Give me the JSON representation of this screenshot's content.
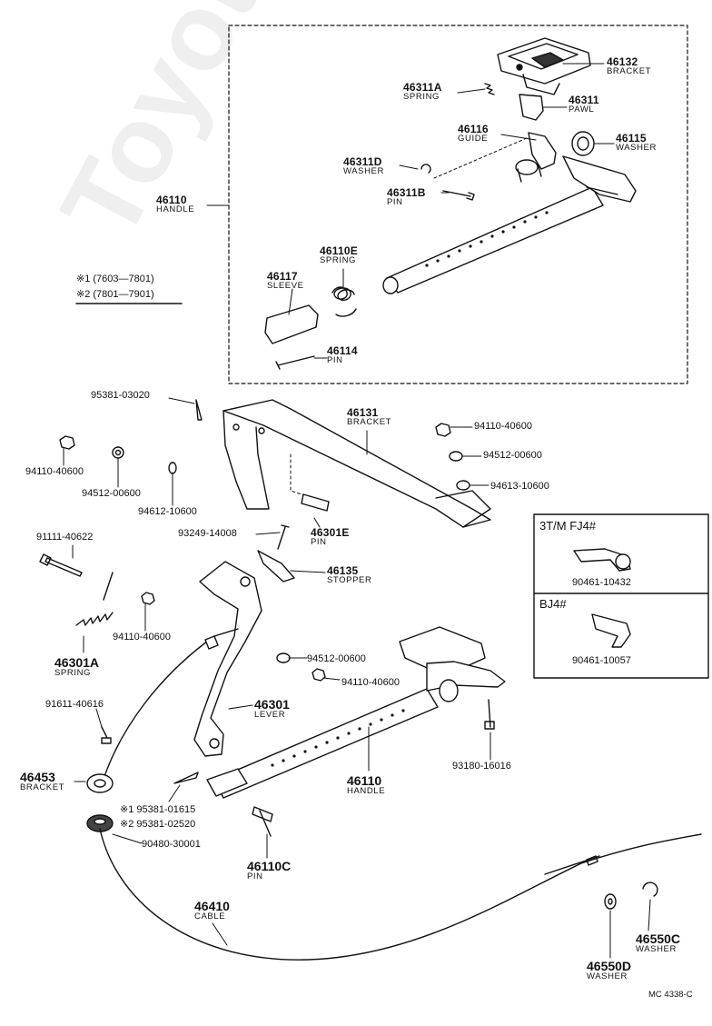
{
  "watermark": "ToyotaCarMine.ru",
  "legend": {
    "line1": "※1 (7603—7801)",
    "line2": "※2 (7801—7901)"
  },
  "parts": {
    "p46132": {
      "num": "46132",
      "name": "BRACKET"
    },
    "p46311A": {
      "num": "46311A",
      "name": "SPRING"
    },
    "p46311": {
      "num": "46311",
      "name": "PAWL"
    },
    "p46116": {
      "num": "46116",
      "name": "GUIDE"
    },
    "p46115": {
      "num": "46115",
      "name": "WASHER"
    },
    "p46311D": {
      "num": "46311D",
      "name": "WASHER"
    },
    "p46311B": {
      "num": "46311B",
      "name": "PIN"
    },
    "p46110_top": {
      "num": "46110",
      "name": "HANDLE"
    },
    "p46110E": {
      "num": "46110E",
      "name": "SPRING"
    },
    "p46117": {
      "num": "46117",
      "name": "SLEEVE"
    },
    "p46114": {
      "num": "46114",
      "name": "PIN"
    },
    "p95381_03020": {
      "num": "95381-03020"
    },
    "p46131": {
      "num": "46131",
      "name": "BRACKET"
    },
    "p94110_40600_a": {
      "num": "94110-40600"
    },
    "p94512_00600_a": {
      "num": "94512-00600"
    },
    "p94613_10600": {
      "num": "94613-10600"
    },
    "p94110_40600_b": {
      "num": "94110-40600"
    },
    "p94512_00600_b": {
      "num": "94512-00600"
    },
    "p94612_10600": {
      "num": "94612-10600"
    },
    "p46301E": {
      "num": "46301E",
      "name": "PIN"
    },
    "p93249_14008": {
      "num": "93249-14008"
    },
    "p91111_40622": {
      "num": "91111-40622"
    },
    "p46135": {
      "num": "46135",
      "name": "STOPPER"
    },
    "p94110_40600_c": {
      "num": "94110-40600"
    },
    "p46301A": {
      "num": "46301A",
      "name": "SPRING"
    },
    "p94512_00600_c": {
      "num": "94512-00600"
    },
    "p94110_40600_d": {
      "num": "94110-40600"
    },
    "p46301": {
      "num": "46301",
      "name": "LEVER"
    },
    "p91611_40616": {
      "num": "91611-40616"
    },
    "p93180_16016": {
      "num": "93180-16016"
    },
    "p46453": {
      "num": "46453",
      "name": "BRACKET"
    },
    "p46110_bot": {
      "num": "46110",
      "name": "HANDLE"
    },
    "p95381_01615": {
      "num": "※1 95381-01615"
    },
    "p95381_02520": {
      "num": "※2 95381-02520"
    },
    "p90480_30001": {
      "num": "90480-30001"
    },
    "p46110C": {
      "num": "46110C",
      "name": "PIN"
    },
    "p46410": {
      "num": "46410",
      "name": "CABLE"
    },
    "p46550C": {
      "num": "46550C",
      "name": "WASHER"
    },
    "p46550D": {
      "num": "46550D",
      "name": "WASHER"
    }
  },
  "inset": {
    "box1_title": "3T/M FJ4#",
    "box1_part": "90461-10432",
    "box2_title": "BJ4#",
    "box2_part": "90461-10057"
  },
  "footer_code": "MC 4338-C"
}
